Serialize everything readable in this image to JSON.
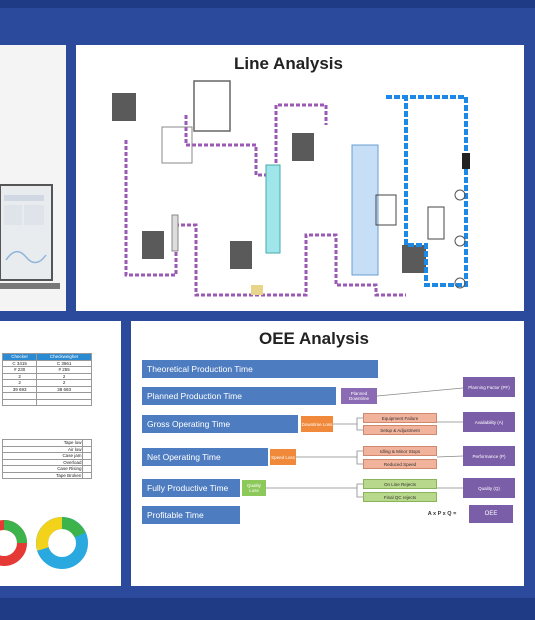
{
  "line_panel": {
    "title": "Line Analysis"
  },
  "oee_panel": {
    "title": "OEE Analysis",
    "bars": [
      "Theoretical Production Time",
      "Planned Production Time",
      "Gross Operating Time",
      "Net Operating Time",
      "Fully Productive Time",
      "Profitable Time"
    ],
    "loss_tags": {
      "planned": "Planned Downtime",
      "gross": "Downtime Loss",
      "net": "Speed Loss",
      "fully": "Quality Loss"
    },
    "loss_items": {
      "equipment_failure": "Equipment Failure",
      "setup": "Setup & Adjustment",
      "idling": "Idling & Minor Stops",
      "reduced_speed": "Reduced Speed",
      "online_rejects": "On Line Rejects",
      "final_qc": "Final QC rejects"
    },
    "metrics": {
      "planning": "Planning Factor (PF)",
      "availability": "Availability (A)",
      "performance": "Performance (P)",
      "quality": "Quality (Q)",
      "oee": "OEE"
    },
    "formula": "A x P x Q ="
  },
  "table_panel": {
    "header": [
      "Checker",
      "Checkweigher"
    ],
    "rows": [
      [
        "C 3415",
        "C 3661"
      ],
      [
        "# 230",
        "# 255"
      ],
      [
        "2",
        "2"
      ],
      [
        "2",
        "2"
      ],
      [
        "39 693",
        "38 693"
      ],
      [
        "",
        ""
      ],
      [
        "",
        ""
      ]
    ],
    "list": [
      "Tape low",
      "Air low",
      "Case jam",
      "Overload",
      "Case Rising",
      "Tape Broken"
    ]
  },
  "colors": {
    "background": "#2b4a9b",
    "bar_blue": "#4e7cc0",
    "metric_purple": "#7b5ea8",
    "loss_orange": "#f08a3a",
    "loss_green": "#8dc85a",
    "donut_yellow": "#f2d21a",
    "donut_cyan": "#29a9e0",
    "donut_green": "#3cb44b",
    "donut_red": "#e53935"
  }
}
